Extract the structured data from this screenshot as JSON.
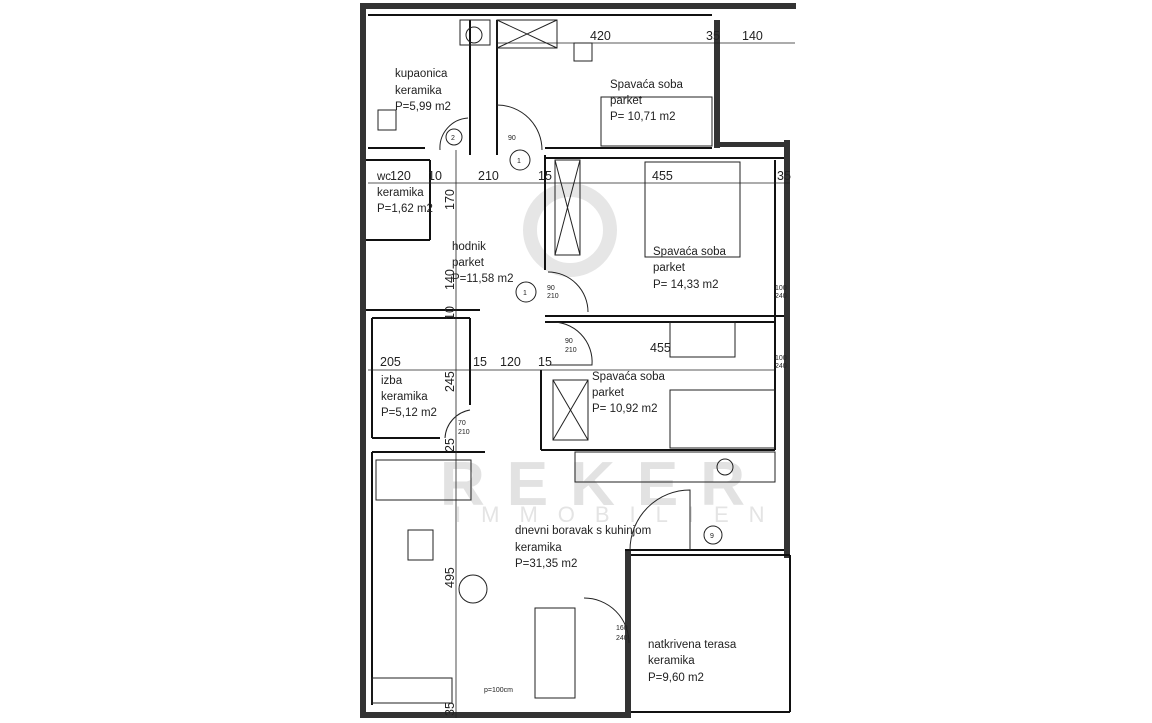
{
  "rooms": {
    "bathroom": {
      "name": "kupaonica",
      "floor": "keramika",
      "area": "P=5,99 m2"
    },
    "bedroom1": {
      "name": "Spavaća soba",
      "floor": "parket",
      "area": "P= 10,71 m2"
    },
    "wc": {
      "name": "wc",
      "floor": "keramika",
      "area": "P=1,62 m2"
    },
    "hallway": {
      "name": "hodnik",
      "floor": "parket",
      "area": "P=11,58 m2"
    },
    "bedroom2": {
      "name": "Spavaća soba",
      "floor": "parket",
      "area": "P= 14,33 m2"
    },
    "storage": {
      "name": "izba",
      "floor": "keramika",
      "area": "P=5,12 m2"
    },
    "bedroom3": {
      "name": "Spavaća soba",
      "floor": "parket",
      "area": "P= 10,92 m2"
    },
    "living": {
      "name": "dnevni boravak s kuhinjom",
      "floor": "keramika",
      "area": "P=31,35 m2"
    },
    "terrace": {
      "name": "natkrivena terasa",
      "floor": "keramika",
      "area": "P=9,60 m2"
    }
  },
  "dimensions": [
    "420",
    "35",
    "140",
    "120",
    "10",
    "210",
    "15",
    "455",
    "35",
    "170",
    "140",
    "10",
    "205",
    "15",
    "120",
    "15",
    "455",
    "245",
    "25",
    "495",
    "35"
  ],
  "doors": {
    "d1": "1",
    "d2": "2",
    "d9": "9",
    "s90": "90",
    "s210": "210",
    "s70": "70",
    "s100": "100",
    "s240": "240",
    "s160": "160"
  },
  "note": "p=100cm",
  "watermark": {
    "line1": "REKER",
    "line2": "IMMOBILIEN"
  }
}
